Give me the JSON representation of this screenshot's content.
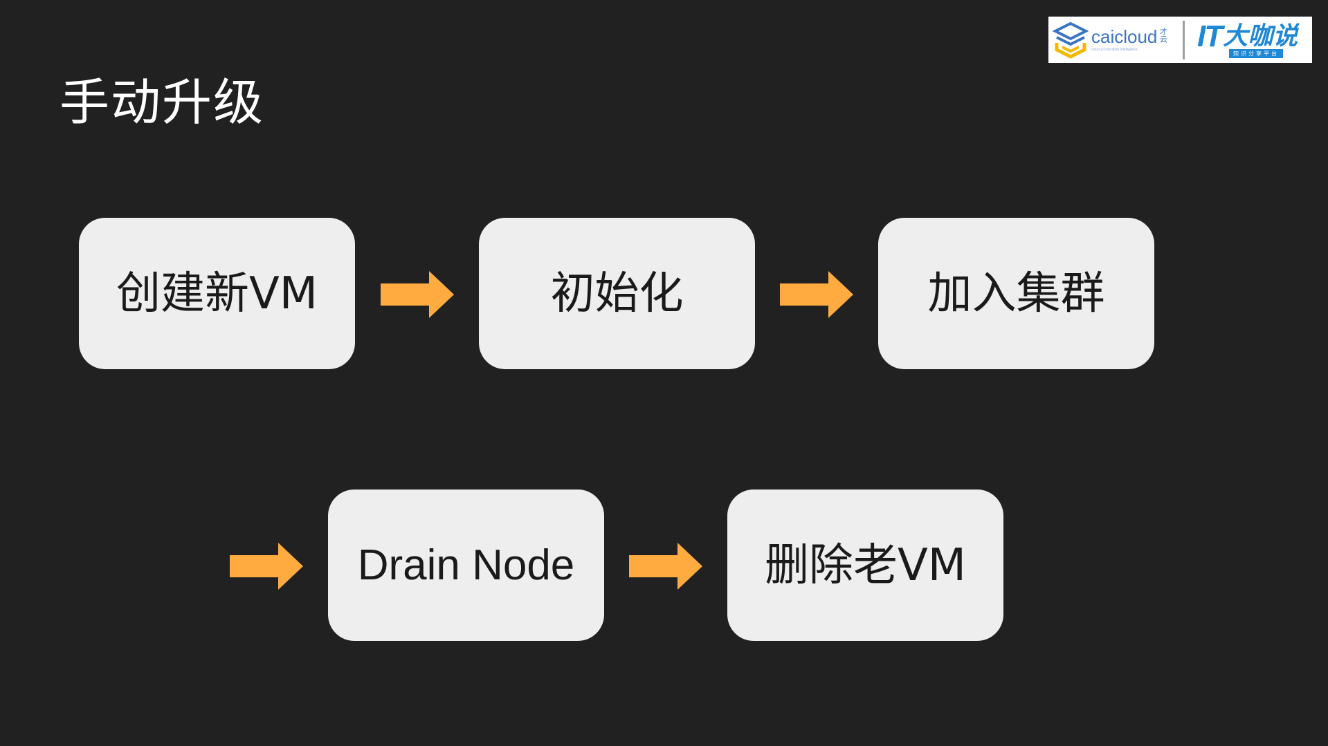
{
  "slide": {
    "title": "手动升级"
  },
  "logo": {
    "caicloud_name": "caicloud",
    "caicloud_cn": "才云",
    "caicloud_tagline": "cloud acceleration intelligence",
    "it_letters": "IT",
    "it_cn": "大咖说",
    "it_tagline": "知识分享平台"
  },
  "flow": {
    "steps": [
      {
        "label": "创建新VM"
      },
      {
        "label": "初始化"
      },
      {
        "label": "加入集群"
      },
      {
        "label": "Drain Node"
      },
      {
        "label": "删除老VM"
      }
    ]
  },
  "colors": {
    "background": "#212121",
    "box_fill": "#eeeeee",
    "arrow": "#ffab40",
    "title_text": "#ffffff",
    "box_text": "#1a1a1a"
  }
}
